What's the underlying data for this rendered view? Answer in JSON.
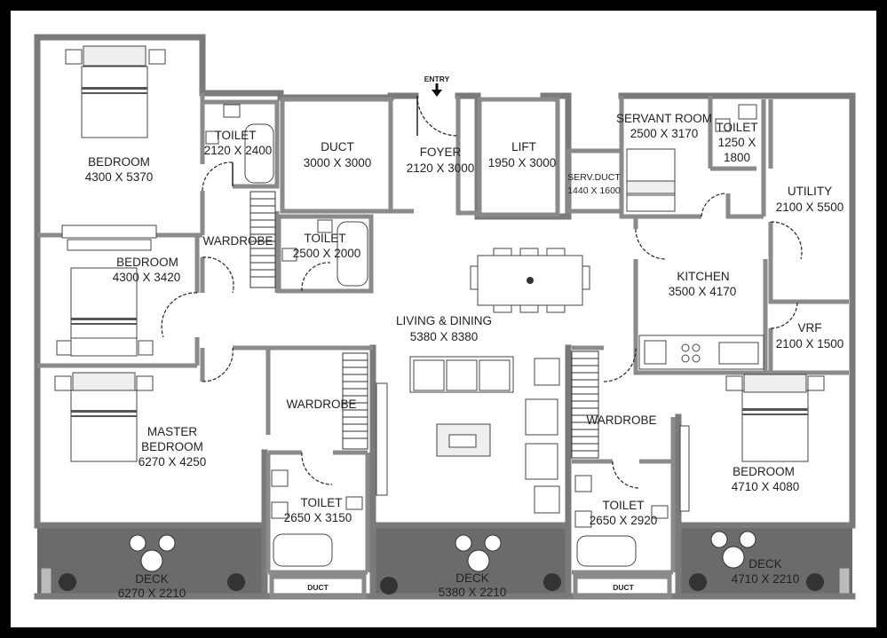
{
  "rooms": {
    "bedroom1": {
      "name": "BEDROOM",
      "size": "4300 X 5370"
    },
    "toilet1": {
      "name": "TOILET",
      "size": "2120 X 2400"
    },
    "duct_main": {
      "name": "DUCT",
      "size": "3000 X 3000"
    },
    "entry": {
      "name": "ENTRY"
    },
    "foyer": {
      "name": "FOYER",
      "size": "2120 X 3000"
    },
    "lift": {
      "name": "LIFT",
      "size": "1950 X 3000"
    },
    "serv_duct": {
      "name": "SERV.DUCT",
      "size": "1440 X 1600"
    },
    "servant_room": {
      "name": "SERVANT ROOM",
      "size": "2500 X 3170"
    },
    "toilet_servant": {
      "name": "TOILET",
      "size_line1": "1250 X",
      "size_line2": "1800"
    },
    "utility": {
      "name": "UTILITY",
      "size": "2100 X 5500"
    },
    "wardrobe1": {
      "name": "WARDROBE"
    },
    "toilet2": {
      "name": "TOILET",
      "size": "2500 X 2000"
    },
    "bedroom2": {
      "name": "BEDROOM",
      "size": "4300 X 3420"
    },
    "kitchen": {
      "name": "KITCHEN",
      "size": "3500 X 4170"
    },
    "living": {
      "name": "LIVING & DINING",
      "size": "5380 X 8380"
    },
    "vrf": {
      "name": "VRF",
      "size": "2100 X 1500"
    },
    "master": {
      "name_line1": "MASTER",
      "name_line2": "BEDROOM",
      "size": "6270 X 4250"
    },
    "wardrobe2": {
      "name": "WARDROBE"
    },
    "wardrobe3": {
      "name": "WARDROBE"
    },
    "bedroom3": {
      "name": "BEDROOM",
      "size": "4710 X 4080"
    },
    "toilet3": {
      "name": "TOILET",
      "size": "2650 X 3150"
    },
    "toilet4": {
      "name": "TOILET",
      "size": "2650 X 2920"
    },
    "deck1": {
      "name": "DECK",
      "size": "6270 X 2210"
    },
    "deck2": {
      "name": "DECK",
      "size": "5380 X 2210"
    },
    "deck3": {
      "name": "DECK",
      "size": "4710 X 2210"
    },
    "duct_a": {
      "name": "DUCT"
    },
    "duct_b": {
      "name": "DUCT"
    }
  },
  "colors": {
    "frame": "#000000",
    "paper": "#ffffff",
    "wall": "#7a7a7a",
    "deck": "#6b6b6b",
    "text": "#222222"
  }
}
